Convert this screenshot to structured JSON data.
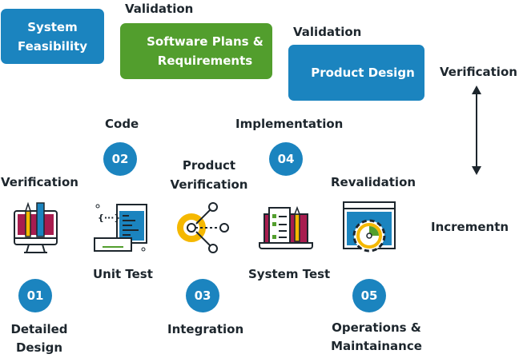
{
  "boxes": {
    "system_feasibility": "System\nFeasibility",
    "software_plans": "Software Plans &\nRequirements",
    "product_design": "Product Design"
  },
  "labels": {
    "validation_1": "Validation",
    "validation_2": "Validation",
    "verification_top": "Verification",
    "code": "Code",
    "implementation": "Implementation",
    "verification_left": "Verification",
    "product_verification": "Product\nVerification",
    "revalidation": "Revalidation",
    "incrementn": "Incrementn",
    "unit_test": "Unit Test",
    "system_test": "System Test",
    "detailed_design": "Detailed\nDesign",
    "integration": "Integration",
    "operations": "Operations &\nMaintainance"
  },
  "steps": [
    "01",
    "02",
    "03",
    "04",
    "05"
  ],
  "colors": {
    "blue": "#1b84bf",
    "green": "#529e2d",
    "yellow": "#f5b800",
    "magenta": "#a81d4f",
    "dark": "#1d262d"
  },
  "icons": [
    "design-monitor-icon",
    "code-keyboard-icon",
    "network-nodes-icon",
    "checklist-laptop-icon",
    "gear-gauge-icon"
  ]
}
